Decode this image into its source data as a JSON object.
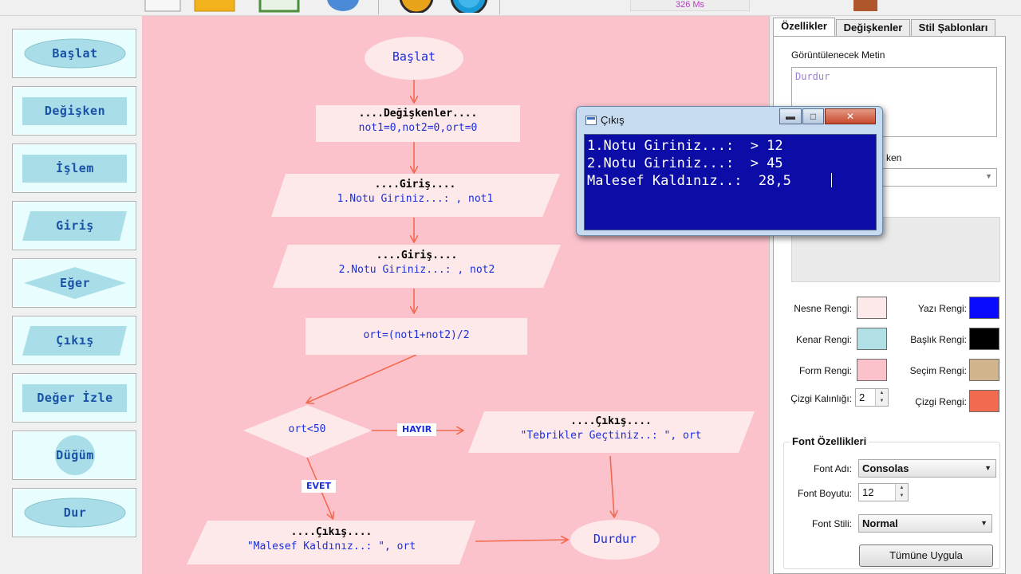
{
  "toolbar": {
    "speed_text": "326 Ms"
  },
  "palette": {
    "items": [
      {
        "label": "Başlat"
      },
      {
        "label": "Değişken"
      },
      {
        "label": "İşlem"
      },
      {
        "label": "Giriş"
      },
      {
        "label": "Eğer"
      },
      {
        "label": "Çıkış"
      },
      {
        "label": "Değer İzle"
      },
      {
        "label": "Düğüm"
      },
      {
        "label": "Dur"
      }
    ]
  },
  "flowchart": {
    "start": "Başlat",
    "variables": {
      "title": "....Değişkenler....",
      "text": "not1=0,not2=0,ort=0"
    },
    "input1": {
      "title": "....Giriş....",
      "text": "1.Notu Giriniz...: , not1"
    },
    "input2": {
      "title": "....Giriş....",
      "text": "2.Notu Giriniz...: , not2"
    },
    "process": "ort=(not1+not2)/2",
    "decision": "ort<50",
    "no_label": "HAYIR",
    "yes_label": "EVET",
    "output_pass": {
      "title": "....Çıkış....",
      "text": "\"Tebrikler Geçtiniz..: \", ort"
    },
    "output_fail": {
      "title": "....Çıkış....",
      "text": "\"Malesef Kaldınız..: \", ort"
    },
    "end": "Durdur"
  },
  "console": {
    "title": "Çıkış",
    "lines": [
      "1.Notu Giriniz...:  > 12",
      "2.Notu Giriniz...:  > 45",
      "Malesef Kaldınız..:  28,5"
    ],
    "background": "#0b0da6"
  },
  "properties": {
    "tabs": [
      "Özellikler",
      "Değişkenler",
      "Stil Şablonları"
    ],
    "display_text_label": "Görüntülenecek Metin",
    "display_text_value": "Durdur",
    "hidden_label_fragment": "ken",
    "colors": {
      "object": {
        "label": "Nesne Rengi:",
        "value": "#fde8ea"
      },
      "text": {
        "label": "Yazı Rengi:",
        "value": "#0a0aff"
      },
      "border": {
        "label": "Kenar Rengi:",
        "value": "#b0e0e6"
      },
      "title": {
        "label": "Başlık Rengi:",
        "value": "#000000"
      },
      "form": {
        "label": "Form Rengi:",
        "value": "#fcc2cc"
      },
      "selection": {
        "label": "Seçim Rengi:",
        "value": "#d2b48c"
      },
      "line": {
        "label": "Çizgi Rengi:",
        "value": "#f26a4f"
      }
    },
    "line_width_label": "Çizgi Kalınlığı:",
    "line_width_value": "2",
    "font_group_title": "Font Özellikleri",
    "font_name_label": "Font Adı:",
    "font_name_value": "Consolas",
    "font_size_label": "Font Boyutu:",
    "font_size_value": "12",
    "font_style_label": "Font Stili:",
    "font_style_value": "Normal",
    "apply_all_button": "Tümüne Uygula"
  }
}
